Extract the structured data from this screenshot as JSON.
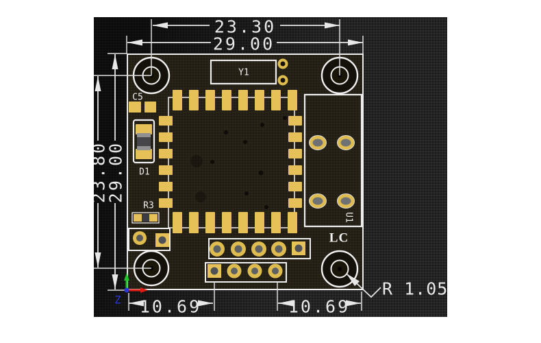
{
  "viewport": {
    "type": "pcb-3d-view"
  },
  "dimensions": {
    "top_inner": "23.30",
    "top_outer": "29.00",
    "left_inner": "23.80",
    "left_outer": "29.00",
    "bottom_left": "10.69",
    "bottom_right": "10.69",
    "corner_radius": "R 1.05"
  },
  "labels": {
    "crystal": "Y1",
    "capacitor": "C5",
    "diode": "D1",
    "resistor": "R3",
    "connector": "U1",
    "brand": "LC"
  },
  "axis": {
    "z_label": "Z"
  },
  "colors": {
    "page_background": "#ffffff",
    "viewport_background": "#1a1a1a",
    "board": "#211c11",
    "pad_gold": "#e6c158",
    "silkscreen": "#efefef",
    "dimension_lines": "#e8e8e8",
    "axis_x": "#e01b12",
    "axis_y": "#1fc32c",
    "axis_z": "#2a36d9"
  }
}
